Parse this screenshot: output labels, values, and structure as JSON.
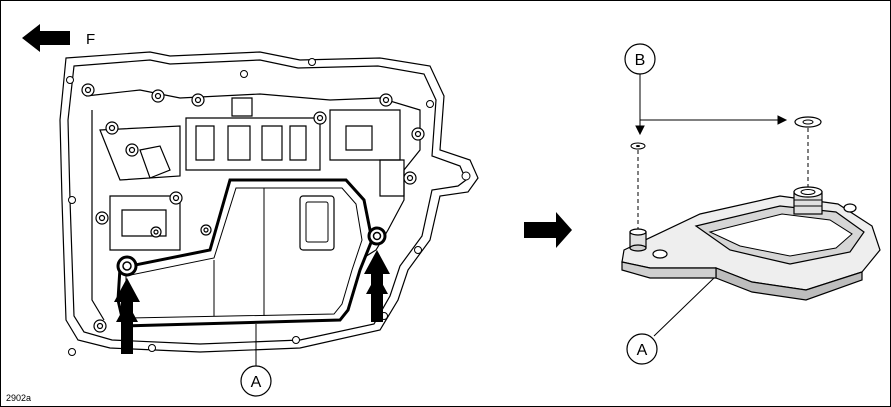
{
  "figure": {
    "forward_label": "F",
    "callout_a_left": "A",
    "callout_a_right": "A",
    "callout_b": "B",
    "figure_number": "2902a"
  },
  "colors": {
    "stroke": "#000000",
    "background": "#ffffff",
    "fill_light": "#e6e6e6",
    "fill_mid": "#cfcfcf"
  }
}
